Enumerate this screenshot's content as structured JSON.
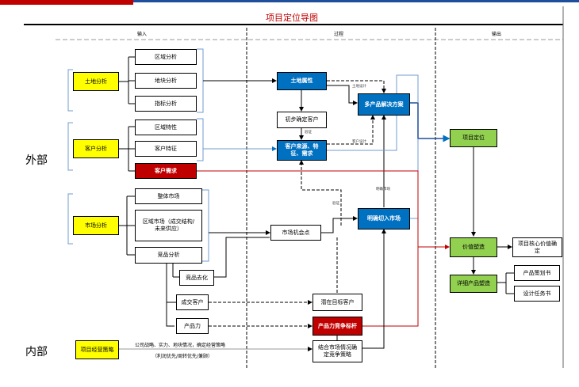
{
  "title": "项目定位导图",
  "columns": {
    "input": "输入",
    "process": "过程",
    "output": "输出"
  },
  "side_labels": {
    "external": "外部",
    "internal": "内部"
  },
  "colors": {
    "blue": "#0070c0",
    "red": "#c00000",
    "yellow": "#ffff00",
    "green": "#92d050"
  },
  "input_groups": {
    "land": "土地分析",
    "customer": "客户分析",
    "market": "市场分析",
    "enterprise": "项目经营策略"
  },
  "input_items": {
    "region": "区域分析",
    "plot": "地块分析",
    "index": "指标分析",
    "region_feature": "区域特性",
    "customer_feature": "客户特征",
    "customer_demand": "客户需求",
    "overall_market": "整体市场",
    "regional_market": "区域市场（成交结构/未来供应）",
    "competitor": "竞品分析",
    "competitor_destock": "竞品去化",
    "deal_customer": "成交客户",
    "product_power": "产品力"
  },
  "process": {
    "land_attr": "土地属性",
    "initial_customer": "初步确定客户",
    "customer_mining": "客户来源、特征、需求",
    "multi_product": "多产品解决方案",
    "market_opportunity": "市场机会点",
    "clear_market": "明确切入市场",
    "potential_customer": "潜在目标客户",
    "product_benchmark": "产品力竞争标杆",
    "combined_strategy": "结合市场情况确定竞争策略"
  },
  "output": {
    "positioning": "项目定位",
    "value_shaping": "价值塑造",
    "core_value": "项目核心价值确定",
    "product_detail": "详细产品塑造",
    "product_plan": "产品策划书",
    "design_brief": "设计任务书"
  },
  "annotations": {
    "land_design": "土地设计",
    "customer_design": "客户设计",
    "verify1": "验证",
    "verify2": "验证",
    "clear_market_note": "明确市场"
  },
  "enterprise_text": {
    "line1": "公司战略、实力、地块情况，确定经营策略",
    "line2": "（利润优先/周转优先/兼顾）"
  }
}
